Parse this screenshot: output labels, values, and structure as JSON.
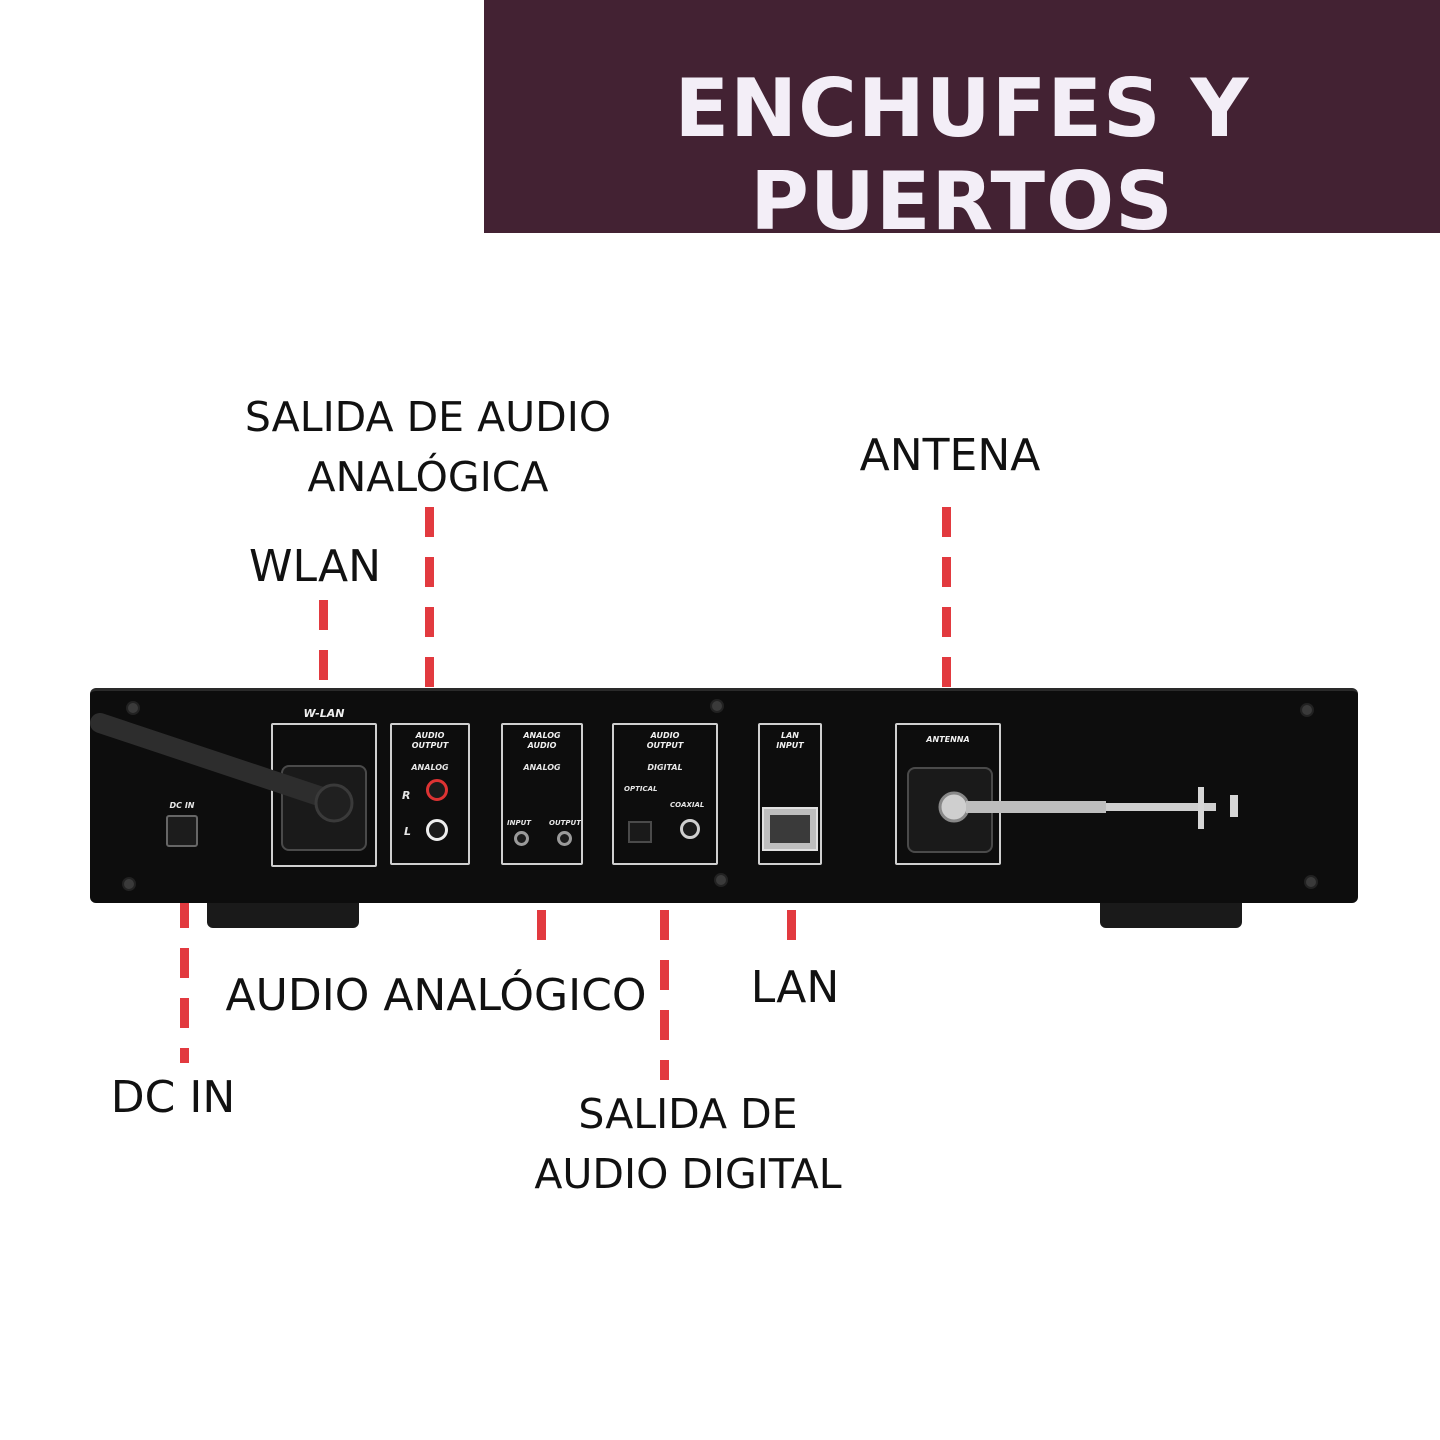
{
  "title": "ENCHUFES Y PUERTOS",
  "labels": {
    "salida_audio_analogica": [
      "SALIDA DE AUDIO",
      "ANALÓGICA"
    ],
    "antena": "ANTENA",
    "wlan": "WLAN",
    "audio_analogico": "AUDIO ANALÓGICO",
    "lan": "LAN",
    "dc_in": "DC IN",
    "salida_audio_digital": [
      "SALIDA DE",
      "AUDIO DIGITAL"
    ]
  },
  "device": {
    "dc_in": "DC IN",
    "wlan_panel": "W-LAN",
    "audio_output_panel": [
      "AUDIO",
      "OUTPUT"
    ],
    "analog": "ANALOG",
    "channel_r": "R",
    "channel_l": "L",
    "analog_audio_panel": [
      "ANALOG",
      "AUDIO"
    ],
    "input": "INPUT",
    "output": "OUTPUT",
    "digital_output_panel": [
      "AUDIO",
      "OUTPUT"
    ],
    "digital": "DIGITAL",
    "optical": "OPTICAL",
    "coaxial": "COAXIAL",
    "lan_panel": [
      "LAN",
      "INPUT"
    ],
    "antenna_panel": "ANTENNA"
  },
  "colors": {
    "banner": "#432233",
    "banner_text": "#f3eef7",
    "dashes": "#e23a3f",
    "device": "#0d0d0d"
  }
}
